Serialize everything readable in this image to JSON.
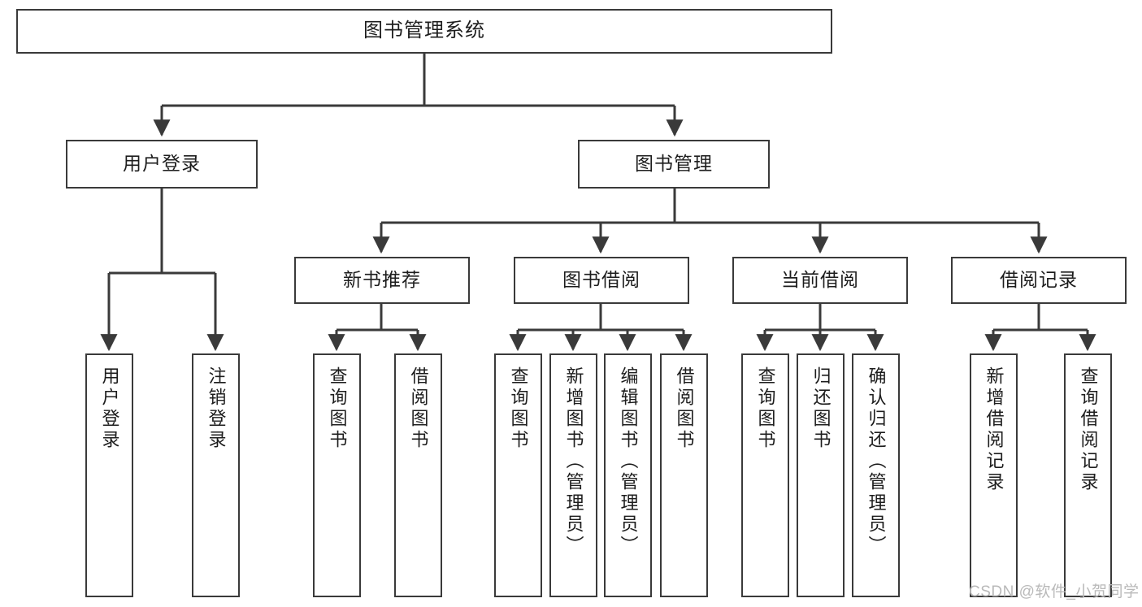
{
  "diagram": {
    "title": "图书管理系统",
    "type": "tree-hierarchy-chart",
    "watermark": "CSDN @软件_小贺同学",
    "colors": {
      "stroke": "#3a3a3a",
      "fill": "#ffffff",
      "text": "#1d1d1d",
      "watermark": "#b9b9b9"
    },
    "root": {
      "label": "图书管理系统"
    },
    "level2": [
      {
        "label": "用户登录"
      },
      {
        "label": "图书管理"
      }
    ],
    "level3": [
      {
        "label": "新书推荐"
      },
      {
        "label": "图书借阅"
      },
      {
        "label": "当前借阅"
      },
      {
        "label": "借阅记录"
      }
    ],
    "leaves": {
      "user_login": [
        {
          "label": "用户登录"
        },
        {
          "label": "注销登录"
        }
      ],
      "new_book_recommend": [
        {
          "label": "查询图书"
        },
        {
          "label": "借阅图书"
        }
      ],
      "book_borrow": [
        {
          "label": "查询图书"
        },
        {
          "label": "新增图书（管理员）"
        },
        {
          "label": "编辑图书（管理员）"
        },
        {
          "label": "借阅图书"
        }
      ],
      "current_borrow": [
        {
          "label": "查询图书"
        },
        {
          "label": "归还图书"
        },
        {
          "label": "确认归还（管理员）"
        }
      ],
      "borrow_records": [
        {
          "label": "新增借阅记录"
        },
        {
          "label": "查询借阅记录"
        }
      ]
    }
  }
}
